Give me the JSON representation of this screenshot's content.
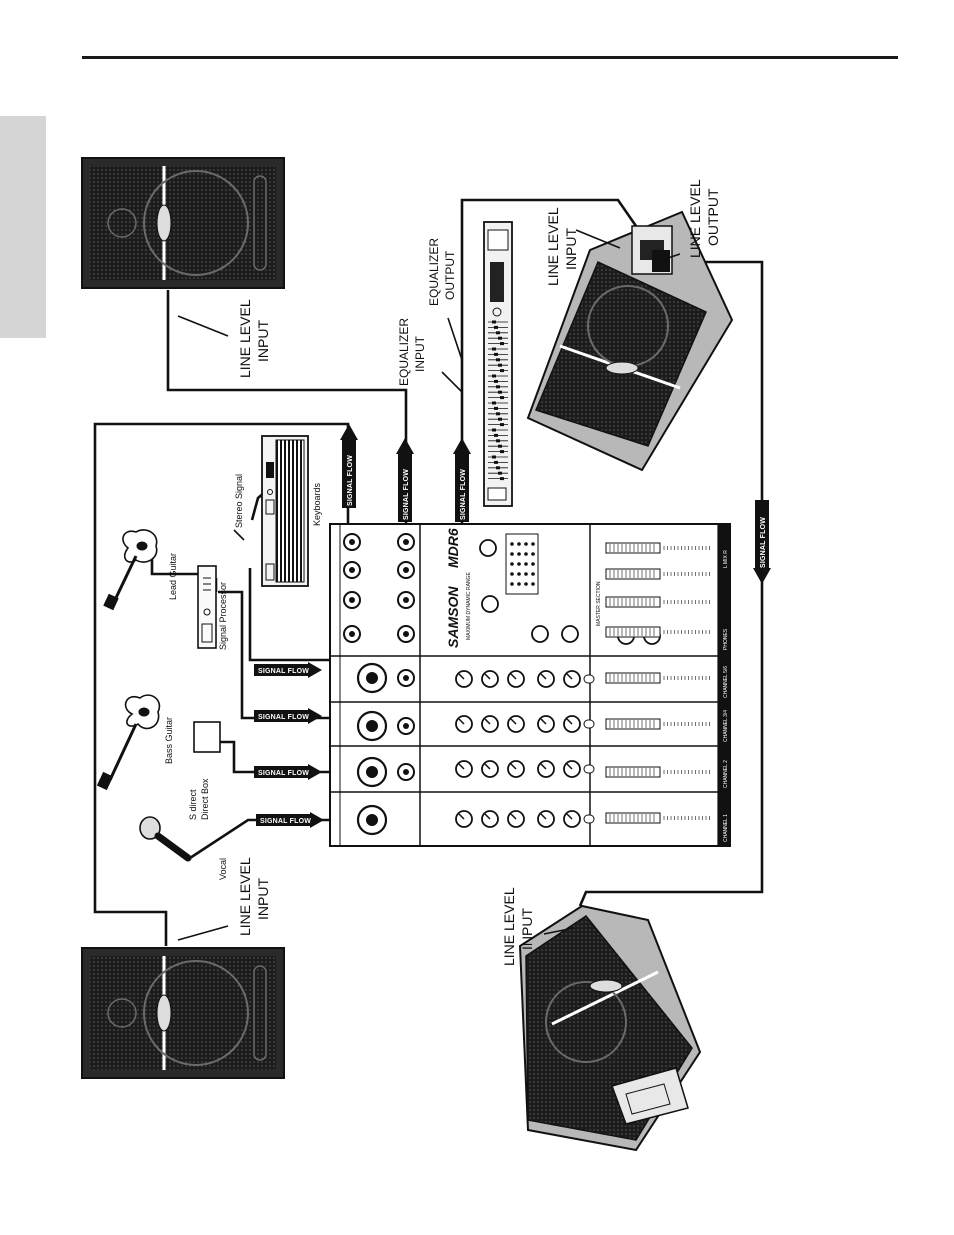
{
  "labels": {
    "line_level_input": "LINE LEVEL",
    "line_level_input_2": "INPUT",
    "line_level_output_1": "LINE LEVEL",
    "line_level_output_2": "OUTPUT",
    "equalizer": "EQUALIZER",
    "eq_input": "INPUT",
    "eq_output": "OUTPUT",
    "signal_flow": "SIGNAL FLOW",
    "lead_guitar": "Lead Guitar",
    "signal_processor": "Signal Processor",
    "stereo_signal": "Stereo Signal",
    "keyboards": "Keyboards",
    "bass_guitar": "Bass Guitar",
    "direct_box_1": "S direct",
    "direct_box_2": "Direct Box",
    "vocal": "Vocal"
  },
  "mixer": {
    "brand": "SAMSON",
    "model": "MDR6",
    "tagline": "MAXIMUM DYNAMIC RANGE",
    "strips": [
      "CHANNEL 1",
      "CHANNEL 2",
      "CHANNEL 3/4",
      "CHANNEL 5/6",
      "PHONES"
    ],
    "master_section": "MASTER SECTION",
    "mix": "L   MIX   R"
  },
  "colors": {
    "ink": "#111111",
    "panel": "#ffffff",
    "tab": "#d5d5d5"
  }
}
